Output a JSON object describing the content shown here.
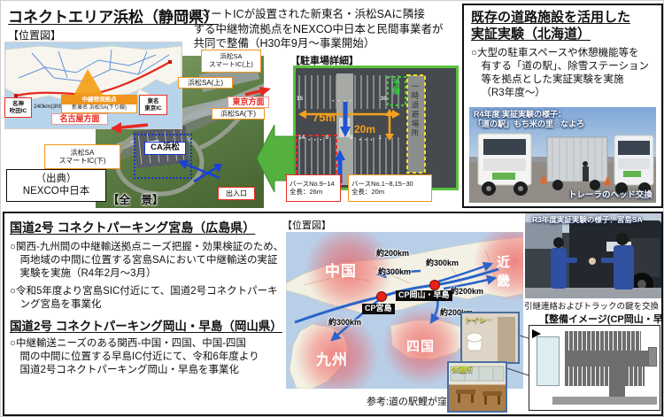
{
  "hamamatsu": {
    "title": "コネクトエリア浜松（静岡県）",
    "map_label": "【位置図】",
    "bullet": "○スマートICが設置された新東名・浜松SAに隣接\nする中継物流拠点をNEXCO中日本と民間事業者が\n共同で整備（H30年9月～事業開始）",
    "map": {
      "suita_ic": "名神\n吹田IC",
      "distance_west": "240km(3h5m)",
      "hub_header": "中継物流拠点",
      "hub_body": "新東名 浜松SA(下り線)",
      "tokyo_ic": "東名\n東京IC",
      "nagoya_direction": "名古屋方面"
    },
    "aerial": {
      "sa_up_smart_ic": "浜松SA\nスマートIC(上)",
      "sa_up": "浜松SA(上)",
      "tokyo_direction": "東京方面",
      "sa_down": "浜松SA(下)",
      "sa_down_smart_ic": "浜松SA\nスマートIC(下)",
      "ca_hamamatsu": "CA浜松",
      "gate": "出入口",
      "full_view": "【全　景】",
      "source": "（出典）\nNEXCO中日本"
    },
    "parking": {
      "title": "【駐車場詳細】",
      "width_dim": "75m",
      "depth_dim": "20m",
      "reserve": "予備",
      "refuge": "一時退避場所",
      "top_row_left": "15",
      "top_row_dots": "・・・・",
      "top_row_right": "30",
      "row_a_left": "14",
      "row_a_dots": "・・・",
      "row_a_right": "9",
      "row_b_left": "8",
      "row_b_dots": "・・・",
      "row_b_right": "1",
      "berth_a": "バースNo.9~14\n全長：26m",
      "berth_b": "バースNo.1~8,15~30\n全長：20m"
    }
  },
  "hokkaido": {
    "title": "既存の道路施設を活用した\n実証実験（北海道）",
    "bullet": "○大型の駐車スペースや休憩機能等を\n有する「道の駅」、除雪ステーション\n等を拠点とした実証実験を実施\n（R3年度～）",
    "photo_caption": "R4年度 実証実験の様子：\n「道の駅」もち米の里☆なよろ",
    "photo_note": "トレーラのヘッド交換"
  },
  "miyajima": {
    "title": "国道2号 コネクトパーキング宮島（広島県）",
    "bullet1": "○関西-九州間の中継輸送拠点ニーズ把握・効果検証のため、\n両地域の中間に位置する宮島SAにおいて中継輸送の実証\n実験を実施（R4年2月～3月）",
    "bullet2": "○令和5年度より宮島SIC付近にて、国道2号コネクトパーキ\nング宮島を事業化"
  },
  "okayama": {
    "title": "国道2号 コネクトパーキング岡山・早島（岡山県）",
    "bullet": "○中継輸送ニーズのある関西-中国・四国、中国-四国\n間の中間に位置する早島IC付近にて、令和6年度より\n国道2号コネクトパーキング岡山・早島を事業化"
  },
  "location_map": {
    "label": "【位置図】",
    "regions": {
      "chugoku": "中国",
      "kinki": "近畿",
      "shikoku": "四国",
      "kyushu": "九州"
    },
    "points": {
      "miyajima": "CP宮島",
      "okayama_hayashima": "CP岡山・早島"
    },
    "distances": {
      "top": "約200km",
      "top_right": "約300km",
      "mid_left": "約300km",
      "right": "約200km",
      "bottom_right": "約200km",
      "bottom_left": "約300km"
    },
    "reference": "参考:道の駅鯉が窪HP",
    "toilet_label": "トイレ",
    "rest_label": "休憩所"
  },
  "miyajima_photo": {
    "caption": "R3年度実証実験の様子：宮島SA",
    "note": "引継連絡およびトラックの鍵を交換"
  },
  "plan": {
    "title": "【整備イメージ(CP岡山・早島)】"
  },
  "colors": {
    "accent_orange": "#f0951c",
    "accent_red": "#e62e24",
    "accent_green": "#54b13e",
    "accent_blue": "#1f53d4",
    "map_sea": "#b9cfe8",
    "region_red": "#ee5a5a"
  }
}
